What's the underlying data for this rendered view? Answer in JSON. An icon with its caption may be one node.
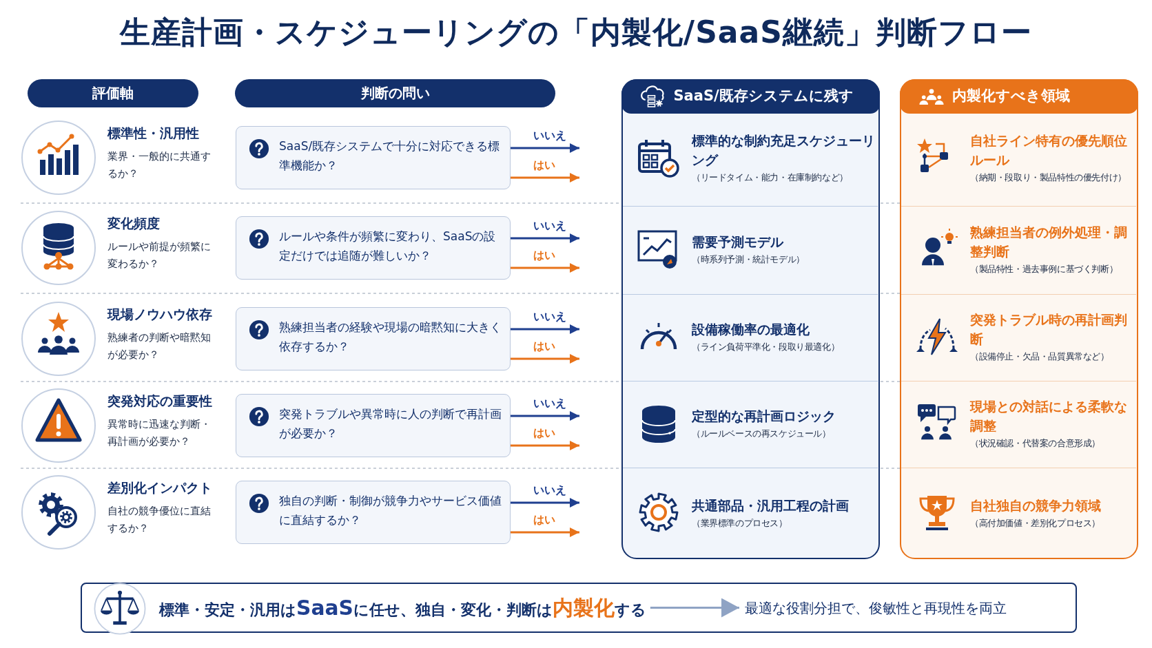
{
  "diagram": {
    "title": "生産計画・スケジューリングの「内製化/SaaS継続」判断フロー",
    "nodes": [
      {
        "text": [
          "評価軸"
        ]
      },
      {
        "text": [
          "判断の問い"
        ]
      },
      {
        "text": [
          "SaaS/既存システムに残す"
        ]
      },
      {
        "text": [
          "内製化すべき領域"
        ]
      },
      {
        "text": [
          "SaaS/既存システムで十分に対応できる標準機能か？"
        ]
      },
      {
        "text": [
          "ルールや条件が頻繁に変わり、SaaSの設定だけでは追随が難しいか？"
        ]
      },
      {
        "text": [
          "熟練担当者の経験や現場の暗黙知に大きく依存するか？"
        ]
      },
      {
        "text": [
          "突発トラブルや異常時に人の判断で再計画が必要か？"
        ]
      },
      {
        "text": [
          "独自の判断・制御が競争力やサービス価値に直結するか？"
        ]
      },
      {
        "text": [
          "標準的な制約充足スケジューリング",
          "（リードタイム・能力・在庫制約など）"
        ],
        "in": 2
      },
      {
        "text": [
          "需要予測モデル",
          "（時系列予測・統計モデル）"
        ],
        "in": 2
      },
      {
        "text": [
          "設備稼働率の最適化",
          "（ライン負荷平準化・段取り最適化）"
        ],
        "in": 2
      },
      {
        "text": [
          "定型的な再計画ロジック",
          "（ルールベースの再スケジュール）"
        ],
        "in": 2
      },
      {
        "text": [
          "共通部品・汎用工程の計画",
          "（業界標準のプロセス）"
        ],
        "in": 2
      },
      {
        "text": [
          "自社ライン特有の優先順位ルール",
          "（納期・段取り・製品特性の優先付け）"
        ],
        "in": 3
      },
      {
        "text": [
          "熟練担当者の例外処理・調整判断",
          "（製品特性・過去事例に基づく判断）"
        ],
        "in": 3
      },
      {
        "text": [
          "突発トラブル時の再計画判断",
          "（設備停止・欠品・品質異常など）"
        ],
        "in": 3
      },
      {
        "text": [
          "現場との対話による柔軟な調整",
          "（状況確認・代替案の合意形成）"
        ],
        "in": 3
      },
      {
        "text": [
          "自社独自の競争力領域",
          "（高付加価値・差別化プロセス）"
        ],
        "in": 3
      },
      {
        "text": [],
        "shape": "box"
      },
      {
        "text": [
          "標準・安定・汎用は**SaaS**に任せ、独自・変化・判断は**内製化**する"
        ],
        "in": 19
      },
      {
        "text": [
          "最適な役割分担で、俊敏性と再現性を両立"
        ],
        "in": 19
      }
    ],
    "edges": [
      {
        "from": 4,
        "to": null,
        "label": "いいえ",
        "arrow": "to"
      },
      {
        "from": 4,
        "to": null,
        "label": "はい",
        "arrow": "to",
        "color": "#e8731a"
      },
      {
        "from": 5,
        "to": null,
        "label": "いいえ",
        "arrow": "to"
      },
      {
        "from": 5,
        "to": null,
        "label": "はい",
        "arrow": "to",
        "color": "#e8731a"
      },
      {
        "from": 6,
        "to": null,
        "label": "いいえ",
        "arrow": "to"
      },
      {
        "from": 6,
        "to": null,
        "label": "はい",
        "arrow": "to",
        "color": "#e8731a"
      },
      {
        "from": 7,
        "to": null,
        "label": "いいえ",
        "arrow": "to"
      },
      {
        "from": 7,
        "to": null,
        "label": "はい",
        "arrow": "to",
        "color": "#e8731a"
      },
      {
        "from": 8,
        "to": null,
        "label": "いいえ",
        "arrow": "to"
      },
      {
        "from": 8,
        "to": null,
        "label": "はい",
        "arrow": "to",
        "color": "#e8731a"
      },
      {
        "from": 20,
        "to": 21,
        "arrow": "to",
        "color": "#8fa3c4"
      }
    ],
    "labels": [
      "標準性・汎用性",
      "業界・一般的に共通するか？",
      "変化頻度",
      "ルールや前提が頻繁に変わるか？",
      "現場ノウハウ依存",
      "熟練者の判断や暗黙知が必要か？",
      "突発対応の重要性",
      "異常時に迅速な判断・再計画が必要か？",
      "差別化インパクト",
      "自社の競争優位に直結するか？"
    ]
  }
}
